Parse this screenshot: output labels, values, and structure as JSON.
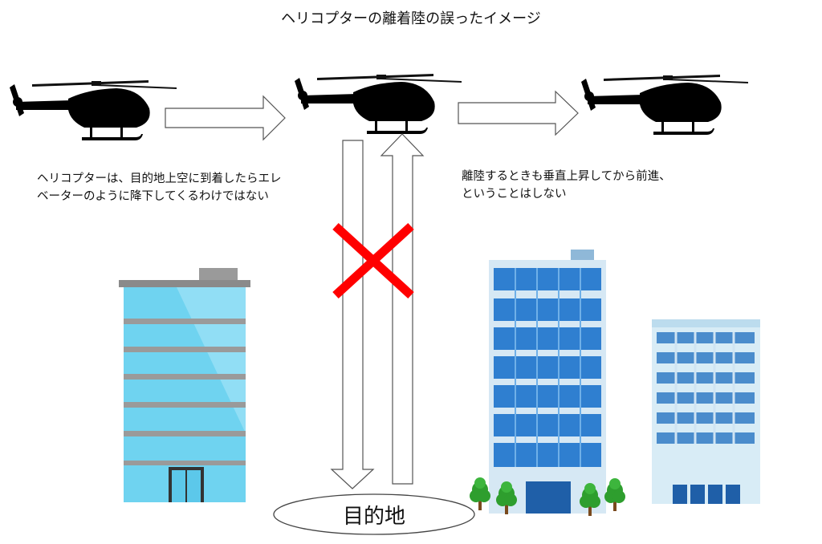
{
  "title": "ヘリコプターの離着陸の誤ったイメージ",
  "notes": {
    "descent": "ヘリコプターは、目的地上空に到着したらエレ\nベーターのように降下してくるわけではない",
    "takeoff": "離陸するときも垂直上昇してから前進、\nということはしない"
  },
  "destination": "目的地",
  "colors": {
    "cross": "#ff0000",
    "helicopter": "#000000",
    "building_glass": "#6fd3f0",
    "building_blue": "#2f7fd0",
    "tree": "#2e9e2e"
  }
}
